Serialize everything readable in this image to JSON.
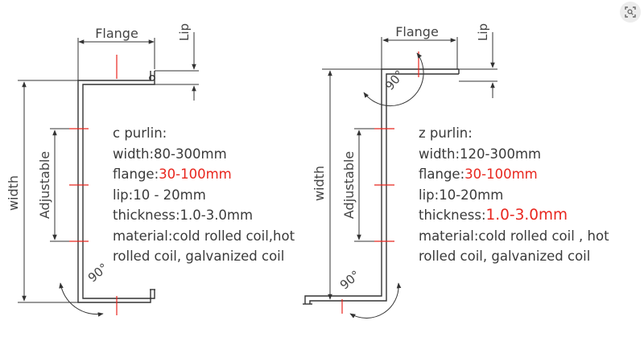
{
  "labels": {
    "flange": "Flange",
    "lip": "Lip",
    "width": "width",
    "adjustable": "Adjustable",
    "angle": "90°"
  },
  "c_purlin": {
    "title": "c purlin:",
    "width_label": "width:",
    "width_value": "80-300mm",
    "flange_label": "flange:",
    "flange_value": "30-100mm",
    "lip_label": "lip:",
    "lip_value": "10 - 20mm",
    "thickness_label": "thickness:",
    "thickness_value": "1.0-3.0mm",
    "material_line1": "material:cold rolled coil,hot",
    "material_line2": "rolled coil, galvanized coil"
  },
  "z_purlin": {
    "title": "z purlin:",
    "width_label": "width:",
    "width_value": "120-300mm",
    "flange_label": "flange:",
    "flange_value": "30-100mm",
    "lip_label": "lip:",
    "lip_value": "10-20mm",
    "thickness_label": "thickness:",
    "thickness_value": "1.0-3.0mm",
    "material_line1": "material:cold rolled coil , hot",
    "material_line2": "rolled coil, galvanized coil"
  },
  "colors": {
    "line": "#333333",
    "text": "#3a3a3a",
    "highlight": "#e8261e"
  },
  "icons": {
    "corner": "visual-search-icon"
  }
}
